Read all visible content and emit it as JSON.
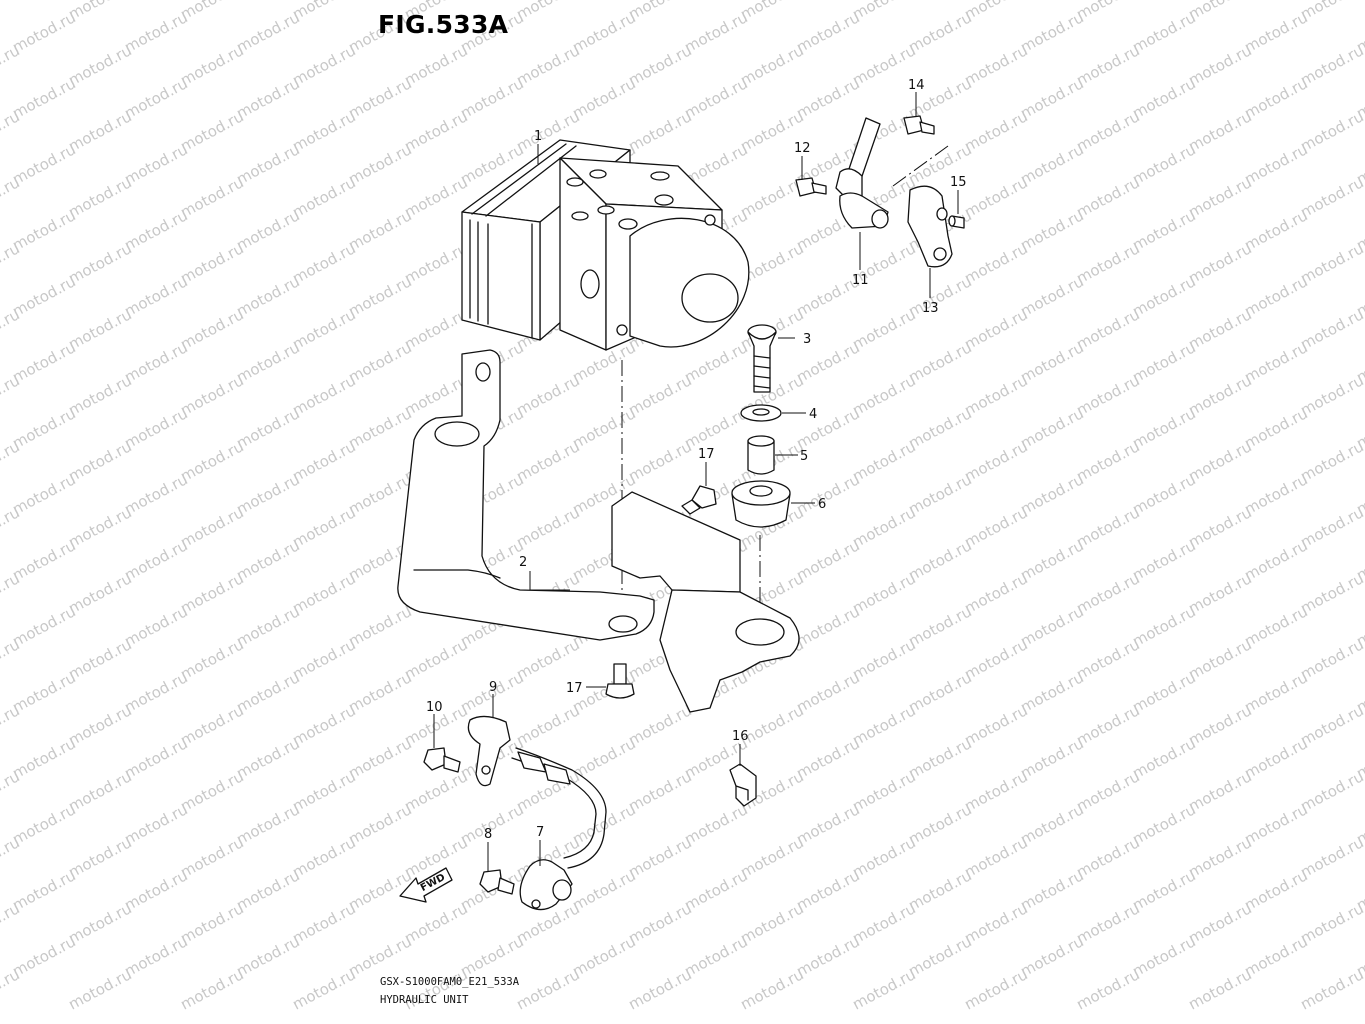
{
  "figure": {
    "title": "FIG.533A",
    "model_code": "GSX-S1000FAM0_E21_533A",
    "section_name": "HYDRAULIC UNIT"
  },
  "watermark": {
    "text": "motod.ru",
    "color": "#c8c8c8"
  },
  "direction_marker": {
    "text": "FWD",
    "icon": "arrow-left-icon"
  },
  "callouts": [
    {
      "id": "1",
      "label": "1"
    },
    {
      "id": "2",
      "label": "2"
    },
    {
      "id": "3",
      "label": "3"
    },
    {
      "id": "4",
      "label": "4"
    },
    {
      "id": "5",
      "label": "5"
    },
    {
      "id": "6",
      "label": "6"
    },
    {
      "id": "7",
      "label": "7"
    },
    {
      "id": "8",
      "label": "8"
    },
    {
      "id": "9",
      "label": "9"
    },
    {
      "id": "10",
      "label": "10"
    },
    {
      "id": "11",
      "label": "11"
    },
    {
      "id": "12",
      "label": "12"
    },
    {
      "id": "13",
      "label": "13"
    },
    {
      "id": "14",
      "label": "14"
    },
    {
      "id": "15",
      "label": "15"
    },
    {
      "id": "16",
      "label": "16"
    },
    {
      "id": "17a",
      "label": "17"
    },
    {
      "id": "17b",
      "label": "17"
    }
  ]
}
